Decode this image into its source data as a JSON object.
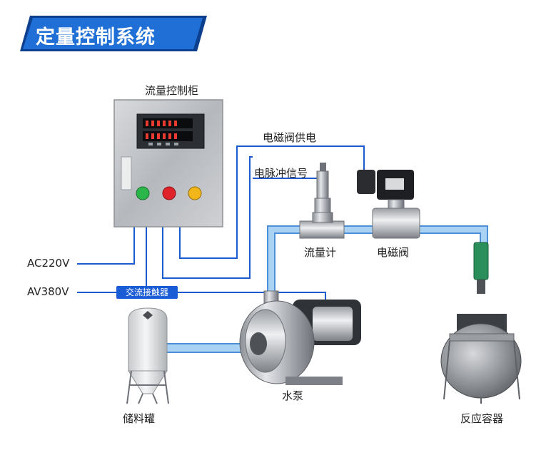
{
  "title": "定量控制系统",
  "labels": {
    "cabinet": "流量控制柜",
    "valve_power": "电磁阀供电",
    "pulse_signal": "电脉冲信号",
    "flowmeter": "流量计",
    "solenoid_valve": "电磁阀",
    "ac220": "AC220V",
    "av380": "AV380V",
    "contactor": "交流接触器",
    "pump": "水泵",
    "storage_tank": "储料罐",
    "reactor": "反应容器"
  },
  "colors": {
    "banner": "#1f6fd6",
    "banner_dark": "#0d3f8f",
    "pipe": "#8fc3ef",
    "pipe_border": "#4d8fd6",
    "wire": "#1d5ad0",
    "steel": "#b9bcc1",
    "led_green": "#2bb64a",
    "led_red": "#e0232b",
    "led_yellow": "#f2b61a"
  },
  "icons": [
    "control-cabinet-icon",
    "flowmeter-icon",
    "solenoid-valve-icon",
    "pump-icon",
    "storage-tank-icon",
    "reactor-icon"
  ]
}
